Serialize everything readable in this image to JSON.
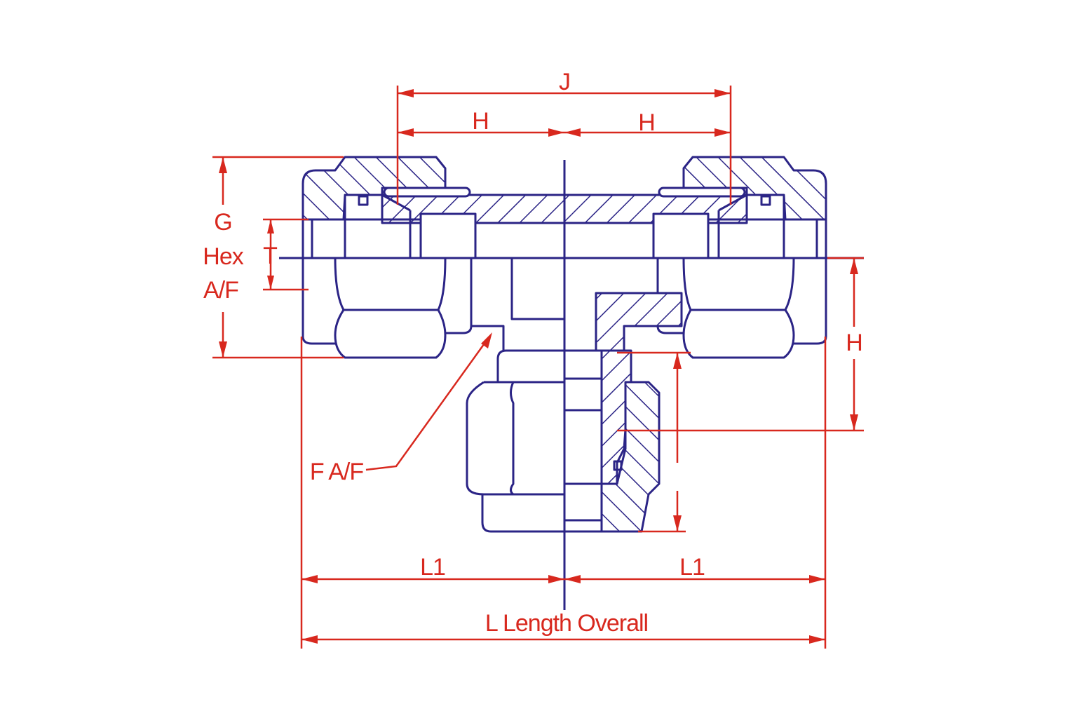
{
  "colors": {
    "outline": "#2b2486",
    "dimension": "#d8281e"
  },
  "labels": {
    "j": "J",
    "h_left": "H",
    "h_right": "H",
    "g": "G",
    "hex": "Hex",
    "af": "A/F",
    "t": "T",
    "h_branch": "H",
    "f_af": "F A/F",
    "l1_left": "L1",
    "l1_right": "L1",
    "l_overall": "L Length Overall"
  }
}
